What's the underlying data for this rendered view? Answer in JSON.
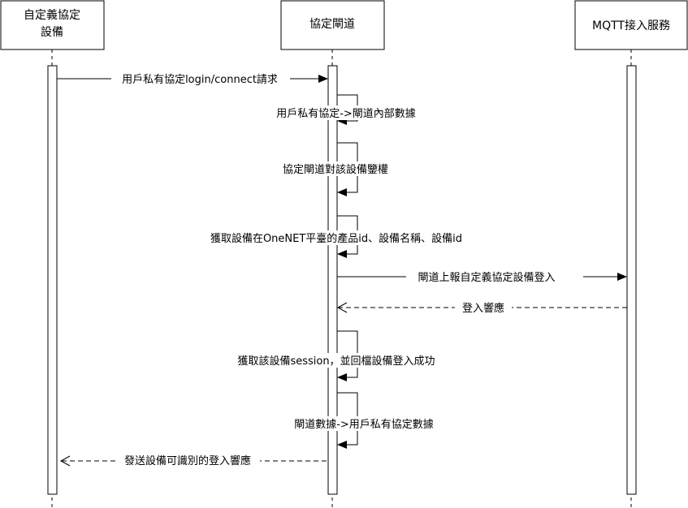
{
  "participants": [
    {
      "id": "device",
      "lines": [
        "自定義協定",
        "設備"
      ]
    },
    {
      "id": "gateway",
      "lines": [
        "協定閘道"
      ]
    },
    {
      "id": "mqtt",
      "lines": [
        "MQTT接入服務"
      ]
    }
  ],
  "messages": [
    {
      "id": "m1",
      "text": "用戶私有協定login/connect請求",
      "style": "solid"
    },
    {
      "id": "m2",
      "text": "用戶私有協定->閘道內部數據",
      "style": "self"
    },
    {
      "id": "m3",
      "text": "協定閘道對該設備鑒權",
      "style": "self"
    },
    {
      "id": "m4",
      "text": "獲取設備在OneNET平臺的產品id、設備名稱、設備id",
      "style": "self"
    },
    {
      "id": "m5",
      "text": "閘道上報自定義協定設備登入",
      "style": "solid"
    },
    {
      "id": "m6",
      "text": "登入響應",
      "style": "dashed"
    },
    {
      "id": "m7",
      "text": "獲取該設備session，並回檔設備登入成功",
      "style": "self"
    },
    {
      "id": "m8",
      "text": "閘道數據->用戶私有協定數據",
      "style": "self"
    },
    {
      "id": "m9",
      "text": "發送設備可識別的登入響應",
      "style": "dashed"
    }
  ]
}
